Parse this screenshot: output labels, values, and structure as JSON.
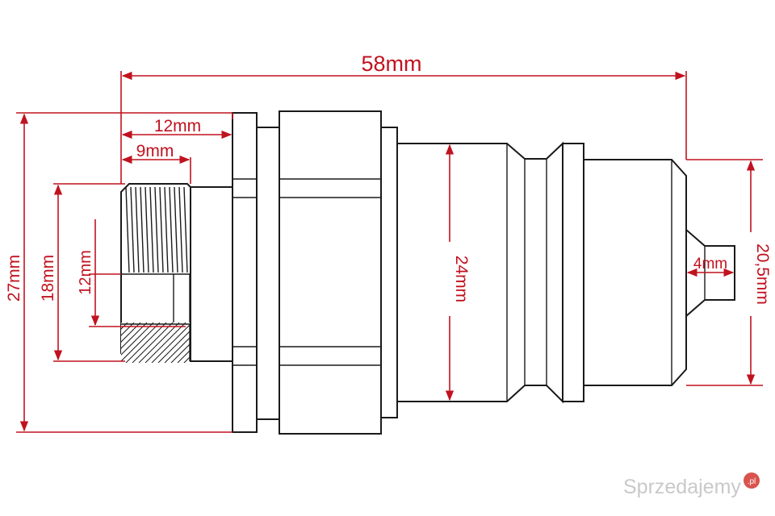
{
  "dimensions": {
    "overall_length": "58mm",
    "threaded_section_length": "12mm",
    "thread_length": "9mm",
    "thread_outer_diameter": "18mm",
    "thread_inner_diameter": "12mm",
    "overall_height": "27mm",
    "body_diameter": "24mm",
    "tip_diameter": "4mm",
    "end_diameter": "20,5mm"
  },
  "watermark": {
    "text": "Sprzedajemy",
    "suffix": ".pl"
  },
  "colors": {
    "dimension": "#c1121f",
    "outline": "#1a1a1a",
    "background": "#ffffff"
  }
}
